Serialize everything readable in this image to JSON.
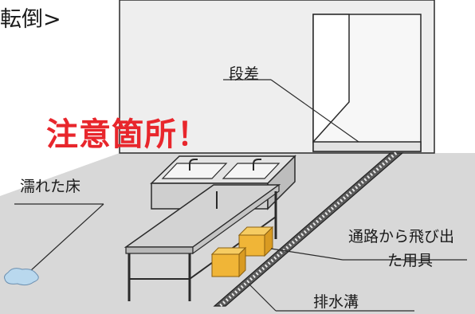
{
  "labels": {
    "heading": "転倒>",
    "warning": "注意箇所！",
    "step": "段差",
    "wet_floor": "濡れた床",
    "obstruction_line1": "通路から飛び出",
    "obstruction_line2": "た用具",
    "drain": "排水溝"
  },
  "colors": {
    "floor": "#d8d8d8",
    "wall": "#eeeeee",
    "warning_text": "#e8262c",
    "box": "#f0b537",
    "water": "#b9d8ee"
  },
  "icons": {
    "puddle": "water-puddle-icon",
    "box": "cardboard-box-icon"
  }
}
